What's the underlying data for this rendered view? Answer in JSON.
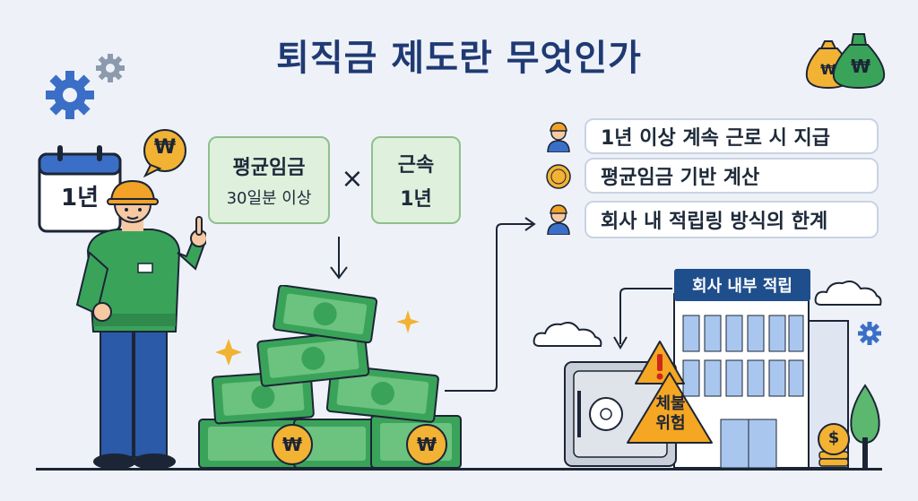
{
  "title": "퇴직금 제도란 무엇인가",
  "calendar": {
    "label": "1년"
  },
  "speech_coin": {
    "symbol": "₩"
  },
  "formula": {
    "box1_line1": "평균임금",
    "box1_line2": "30일분 이상",
    "operator": "×",
    "box2_line1": "근속",
    "box2_line2": "1년"
  },
  "money_bags": {
    "symbol": "₩"
  },
  "money_pile": {
    "symbol": "₩"
  },
  "info_items": [
    {
      "icon": "worker-icon",
      "label": "1년 이상 계속 근로 시 지급"
    },
    {
      "icon": "won-coin-icon",
      "label": "평균임금 기반 계산"
    },
    {
      "icon": "worker-icon",
      "label": "회사 내 적립링 방식의 한계"
    }
  ],
  "company_sign": "회사 내부 적립",
  "warning": {
    "line1": "체불",
    "line2": "위험"
  },
  "dollar_coin": {
    "symbol": "$"
  },
  "colors": {
    "title": "#1f3a73",
    "formula_bg": "#dff0dc",
    "money_green": "#3aa35a",
    "gold": "#f2b233",
    "warning_orange": "#f5a623",
    "label_blue": "#1f4e8c"
  }
}
